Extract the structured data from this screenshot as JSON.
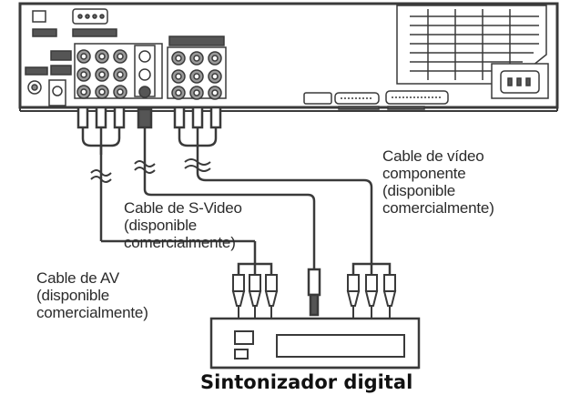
{
  "labels": {
    "component_cable": [
      "Cable de vídeo",
      "componente",
      "(disponible",
      "comercialmente)"
    ],
    "svideo_cable": [
      "Cable de S-Video",
      "(disponible",
      "comercialmente)"
    ],
    "av_cable": [
      "Cable de AV",
      "(disponible",
      "comercialmente)"
    ],
    "device_name": "Sintonizador digital"
  },
  "colors": {
    "line": "#3a3a3a",
    "panel_fill": "#ffffff",
    "port_fill": "#9a9a9a",
    "dark_panel": "#555555"
  }
}
